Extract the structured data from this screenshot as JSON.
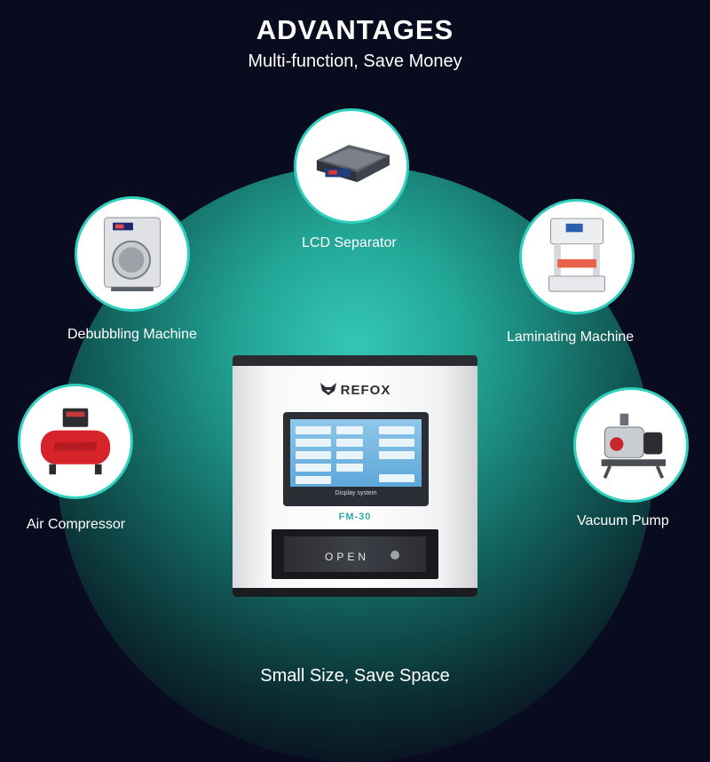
{
  "header": {
    "title": "ADVANTAGES",
    "subtitle": "Multi-function, Save Money"
  },
  "machines": [
    {
      "label": "LCD Separator",
      "icon": "lcd-separator-icon"
    },
    {
      "label": "Debubbling Machine",
      "icon": "debubbling-machine-icon"
    },
    {
      "label": "Laminating Machine",
      "icon": "laminating-machine-icon"
    },
    {
      "label": "Air Compressor",
      "icon": "air-compressor-icon"
    },
    {
      "label": "Vacuum Pump",
      "icon": "vacuum-pump-icon"
    }
  ],
  "product": {
    "brand": "REFOX",
    "screen_caption": "Display system",
    "model": "FM-30",
    "door_label": "OPEN"
  },
  "footer": {
    "caption": "Small Size, Save Space"
  },
  "colors": {
    "background": "#090b1e",
    "accent": "#2fd0bd",
    "dome": "#22a596"
  }
}
